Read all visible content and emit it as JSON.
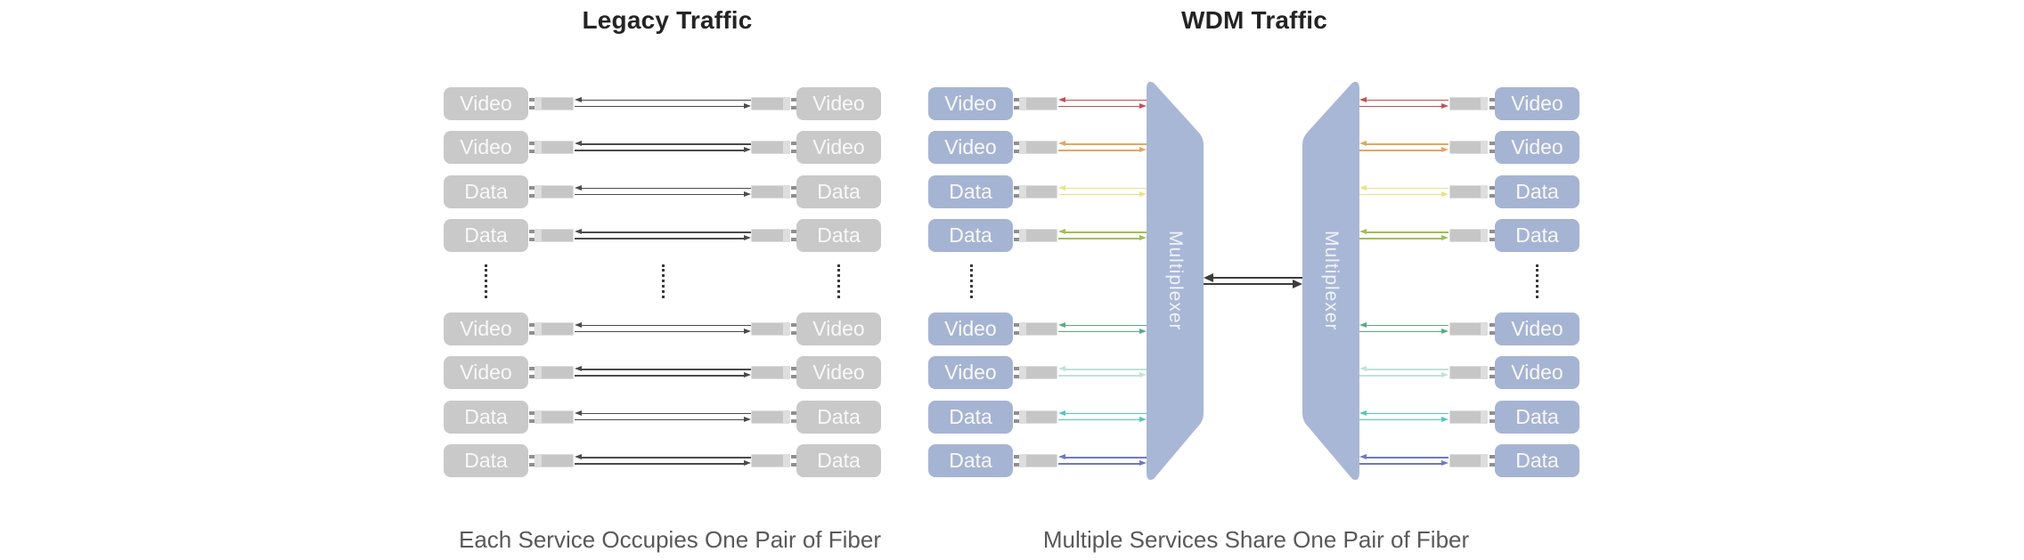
{
  "legacy": {
    "title": "Legacy Traffic",
    "caption": "Each Service Occupies One Pair of Fiber"
  },
  "wdm": {
    "title": "WDM Traffic",
    "caption": "Multiple Services Share One Pair of Fiber",
    "multiplexer_label": "Multiplexer"
  },
  "services": [
    {
      "label": "Video",
      "wavelength_color": "#c25055"
    },
    {
      "label": "Video",
      "wavelength_color": "#e2a763"
    },
    {
      "label": "Data",
      "wavelength_color": "#ece189"
    },
    {
      "label": "Data",
      "wavelength_color": "#a3bd57"
    },
    {
      "label": "Video",
      "wavelength_color": "#57ab89"
    },
    {
      "label": "Video",
      "wavelength_color": "#c2e2da"
    },
    {
      "label": "Data",
      "wavelength_color": "#53c6c6"
    },
    {
      "label": "Data",
      "wavelength_color": "#6e79c2"
    }
  ],
  "colors": {
    "background": "#ffffff",
    "title_text": "#242424",
    "caption_text": "#595959",
    "legacy_box_fill": "#c9c9c9",
    "wdm_box_fill": "#a6b4d3",
    "box_text": "#f8f8f8",
    "multiplexer_fill": "#a9b7d6",
    "multiplexer_text": "#f0f3f8",
    "legacy_line": "#4a4a4a",
    "fiber_line": "#3c3c3c",
    "connector_fill": "#c6c6c6",
    "connector_rim": "#dedede",
    "pin_fill": "#8f8f8f",
    "dots": "#3a3a3a"
  }
}
